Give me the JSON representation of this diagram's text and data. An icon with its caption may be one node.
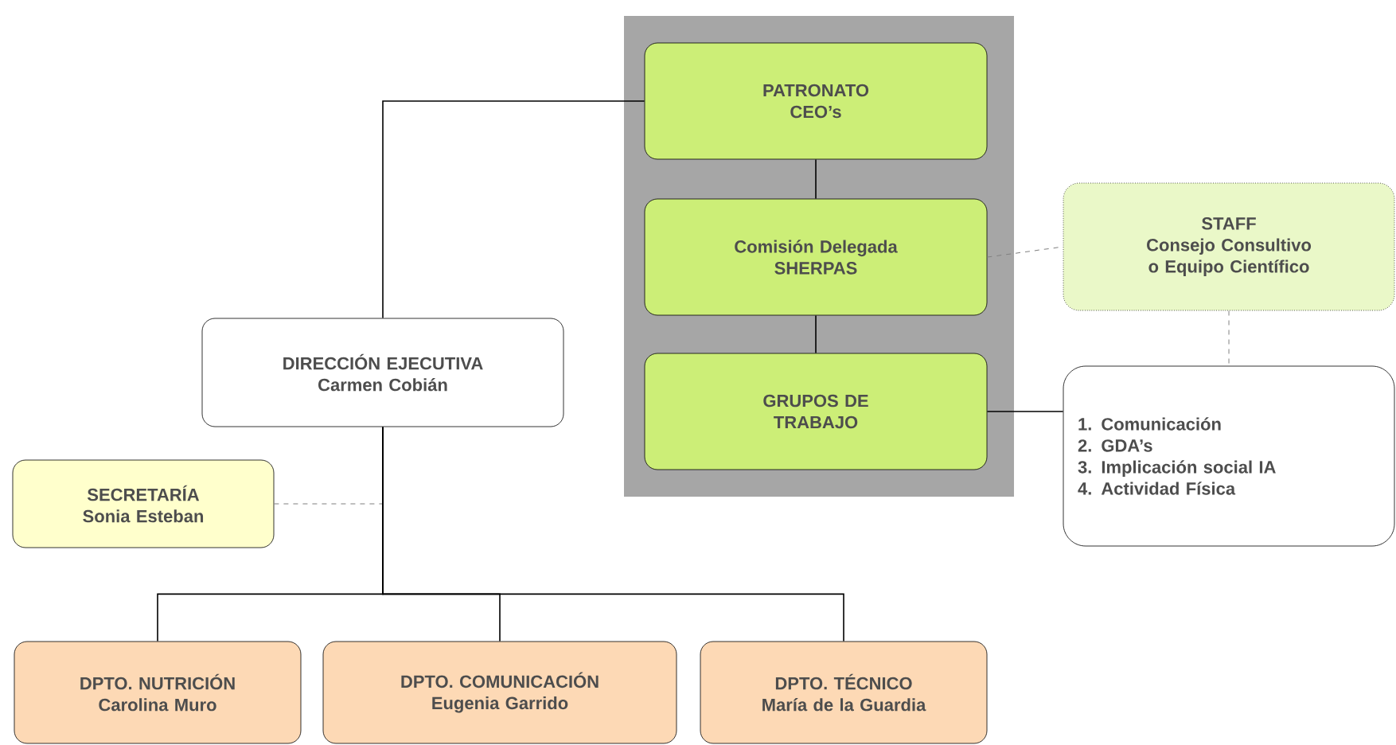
{
  "diagram": {
    "nodes": [
      {
        "text": [],
        "shape": "box"
      },
      {
        "text": [
          "PATRONATO",
          "CEO’s"
        ],
        "in": 0
      },
      {
        "text": [
          "Comisión Delegada",
          "SHERPAS"
        ],
        "in": 0
      },
      {
        "text": [
          "STAFF",
          "Consejo Consultivo o Equipo Científico"
        ]
      },
      {
        "text": [
          "DIRECCIÓN EJECUTIVA",
          "Carmen Cobián"
        ]
      },
      {
        "text": [
          "GRUPOS DE TRABAJO"
        ],
        "in": 0
      },
      {
        "text": [
          "1. Comunicación",
          "2. GDA’s",
          "3. Implicación social IA",
          "4. Actividad Física"
        ]
      },
      {
        "text": [
          "SECRETARÍA",
          "Sonia Esteban"
        ]
      },
      {
        "text": [
          "DPTO. NUTRICIÓN",
          "Carolina Muro"
        ]
      },
      {
        "text": [
          "DPTO. COMUNICACIÓN",
          "Eugenia Garrido"
        ]
      },
      {
        "text": [
          "DPTO. TÉCNICO",
          "María de la Guardia"
        ]
      }
    ],
    "edges": [
      {
        "from": 1,
        "to": 2,
        "arrow": "none"
      },
      {
        "from": 2,
        "to": 5,
        "arrow": "none"
      },
      {
        "from": 2,
        "to": 3,
        "arrow": "none",
        "style": "dashed",
        "color": "#808080"
      },
      {
        "from": 3,
        "to": 6,
        "arrow": "none",
        "style": "dashed",
        "color": "#808080"
      },
      {
        "from": 5,
        "to": 6,
        "arrow": "none"
      },
      {
        "from": 1,
        "to": 4,
        "arrow": "none"
      },
      {
        "from": 4,
        "to": 7,
        "arrow": "none",
        "style": "dashed",
        "color": "#808080"
      },
      {
        "from": 4,
        "to": 8,
        "arrow": "none"
      },
      {
        "from": 4,
        "to": 9,
        "arrow": "none"
      },
      {
        "from": 4,
        "to": 10,
        "arrow": "none"
      }
    ]
  }
}
